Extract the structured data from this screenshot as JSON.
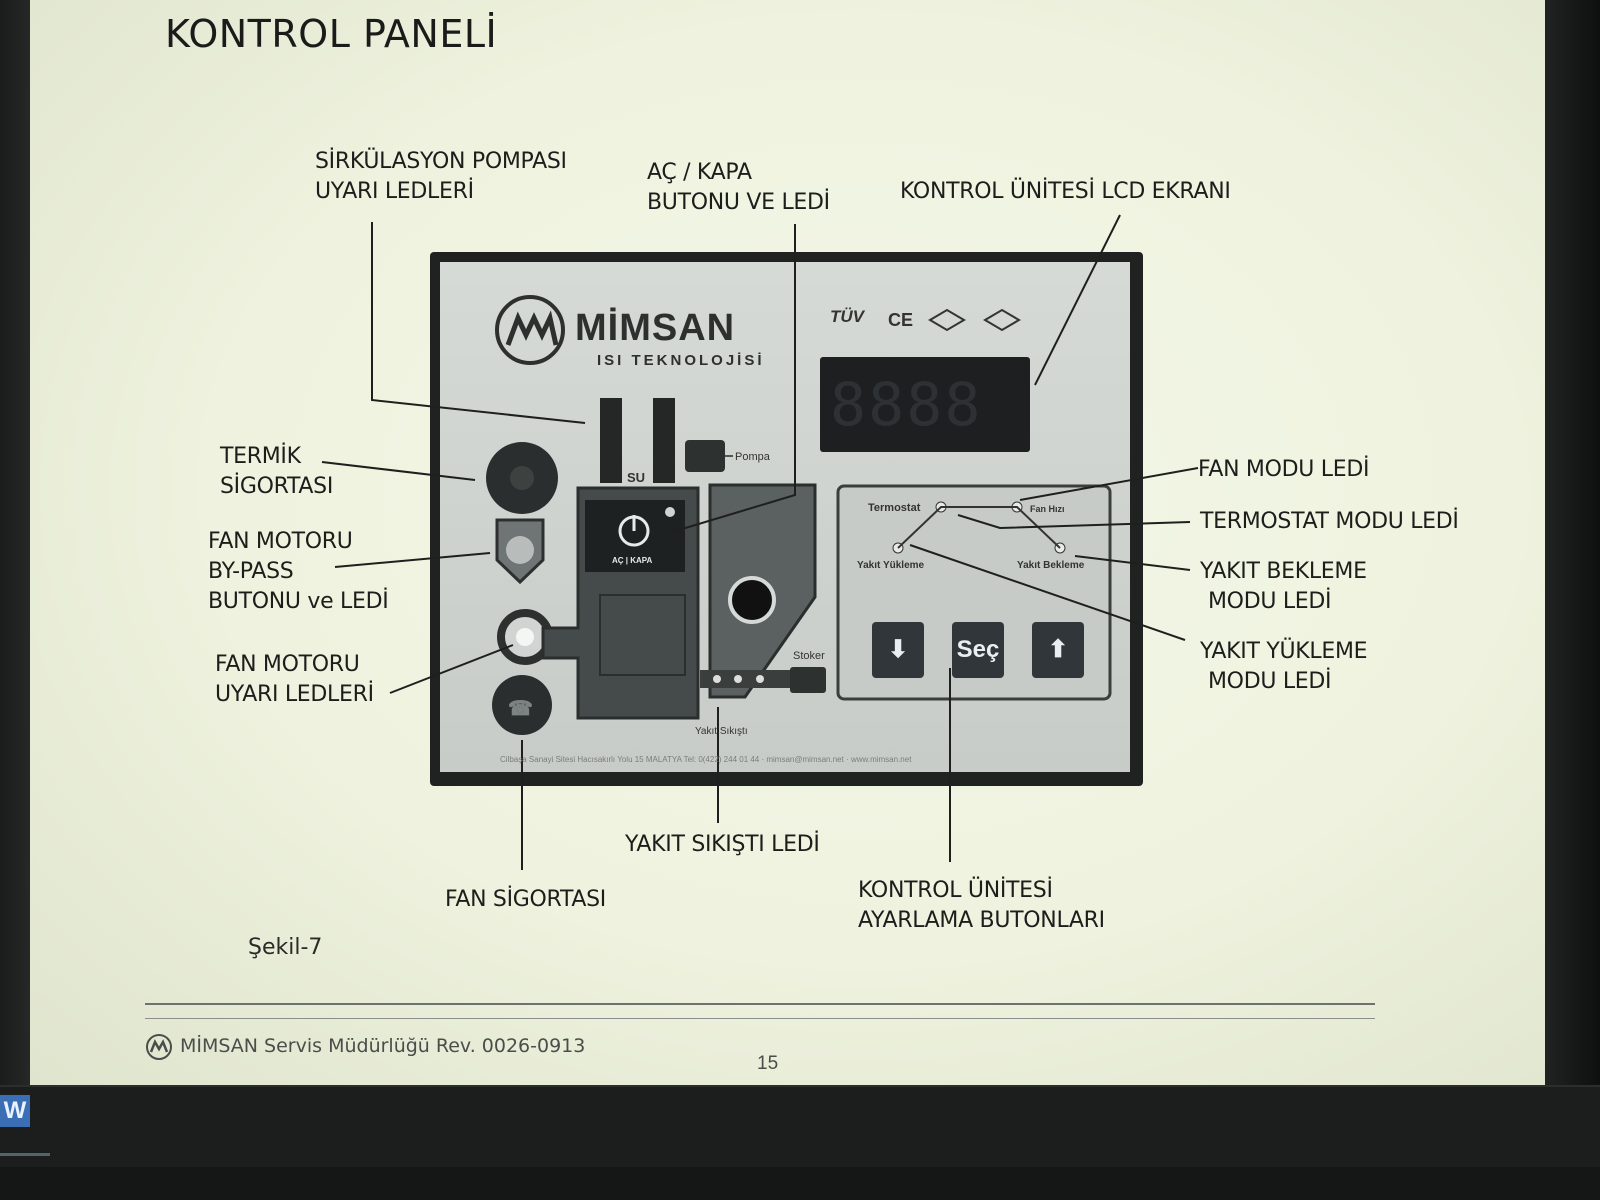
{
  "document": {
    "title": "KONTROL PANELİ",
    "caption": "Şekil-7",
    "footer_brand": "MİMSAN Servis Müdürlüğü Rev. 0026-0913",
    "page_number": "15"
  },
  "callouts": {
    "pump_leds": [
      "SİRKÜLASYON POMPASI",
      "UYARI LEDLERİ"
    ],
    "power_button": [
      "AÇ / KAPA",
      "BUTONU VE LEDİ"
    ],
    "lcd_screen": [
      "KONTROL ÜNİTESİ LCD EKRANI"
    ],
    "thermal_fuse": [
      "TERMİK",
      "SİGORTASI"
    ],
    "fan_bypass": [
      "FAN MOTORU",
      "BY-PASS",
      "BUTONU ve LEDİ"
    ],
    "fan_warning": [
      "FAN MOTORU",
      "UYARI LEDLERİ"
    ],
    "fan_mode_led": [
      "FAN MODU LEDİ"
    ],
    "thermostat_mode_led": [
      "TERMOSTAT MODU LEDİ"
    ],
    "fuel_wait_led": [
      "YAKIT BEKLEME",
      "MODU LEDİ"
    ],
    "fuel_load_led": [
      "YAKIT YÜKLEME",
      "MODU LEDİ"
    ],
    "fuel_jam_led": [
      "YAKIT SIKIŞTI LEDİ"
    ],
    "fan_fuse": [
      "FAN SİGORTASI"
    ],
    "adjust_buttons": [
      "KONTROL ÜNİTESİ",
      "AYARLAMA BUTONLARI"
    ]
  },
  "device": {
    "brand": "MİMSAN",
    "brand_sub": "ISI TEKNOLOJİSİ",
    "cert_tuv": "TÜV",
    "cert_ce": "CE",
    "lcd_text": "8888",
    "label_su": "SU",
    "label_pompa": "Pompa",
    "label_ac_kapa": "AÇ | KAPA",
    "label_termostat": "Termostat",
    "label_fan_hizi": "Fan Hızı",
    "label_yakit_yukleme": "Yakıt Yükleme",
    "label_yakit_bekleme": "Yakıt Bekleme",
    "label_stoker": "Stoker",
    "label_yakit_sikisti": "Yakıt Sıkıştı",
    "btn_down": "⬇",
    "btn_select": "Seç",
    "btn_up": "⬆",
    "address": "Cilbaşa Sanayi Sitesi Hacısakırlı Yolu 15 MALATYA Tel: 0(422) 244 01 44 · mimsan@mimsan.net · www.mimsan.net"
  },
  "taskbar": {
    "app_icon_label": "W"
  },
  "colors": {
    "page_background": "#eef2de",
    "device_frame": "#1f2221",
    "text": "#1d1e1c"
  }
}
